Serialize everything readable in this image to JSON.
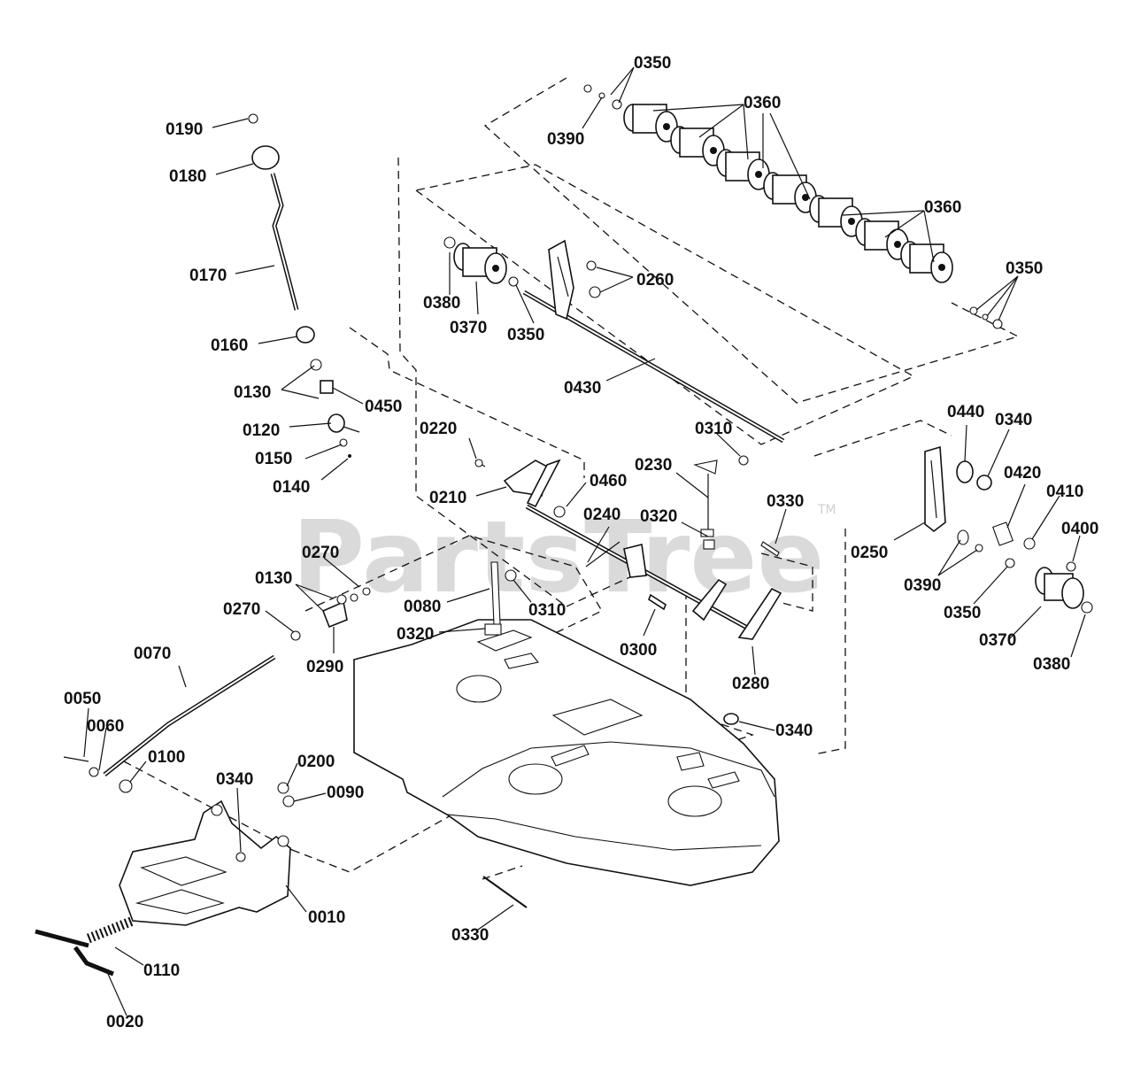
{
  "watermark": {
    "text": "PartsTree",
    "trademark": "TM"
  },
  "callouts": [
    {
      "id": "c0350a",
      "text": "0350"
    },
    {
      "id": "c0360a",
      "text": "0360"
    },
    {
      "id": "c0390a",
      "text": "0390"
    },
    {
      "id": "c0190",
      "text": "0190"
    },
    {
      "id": "c0180",
      "text": "0180"
    },
    {
      "id": "c0360b",
      "text": "0360"
    },
    {
      "id": "c0350b",
      "text": "0350"
    },
    {
      "id": "c0170",
      "text": "0170"
    },
    {
      "id": "c0380a",
      "text": "0380"
    },
    {
      "id": "c0260",
      "text": "0260"
    },
    {
      "id": "c0370a",
      "text": "0370"
    },
    {
      "id": "c0350c",
      "text": "0350"
    },
    {
      "id": "c0160",
      "text": "0160"
    },
    {
      "id": "c0430",
      "text": "0430"
    },
    {
      "id": "c0130a",
      "text": "0130"
    },
    {
      "id": "c0450",
      "text": "0450"
    },
    {
      "id": "c0440",
      "text": "0440"
    },
    {
      "id": "c0340a",
      "text": "0340"
    },
    {
      "id": "c0120",
      "text": "0120"
    },
    {
      "id": "c0310a",
      "text": "0310"
    },
    {
      "id": "c0220",
      "text": "0220"
    },
    {
      "id": "c0150",
      "text": "0150"
    },
    {
      "id": "c0420",
      "text": "0420"
    },
    {
      "id": "c0410",
      "text": "0410"
    },
    {
      "id": "c0230",
      "text": "0230"
    },
    {
      "id": "c0140",
      "text": "0140"
    },
    {
      "id": "c0460",
      "text": "0460"
    },
    {
      "id": "c0210",
      "text": "0210"
    },
    {
      "id": "c0330a",
      "text": "0330"
    },
    {
      "id": "c0240",
      "text": "0240"
    },
    {
      "id": "c0320a",
      "text": "0320"
    },
    {
      "id": "c0400",
      "text": "0400"
    },
    {
      "id": "c0250",
      "text": "0250"
    },
    {
      "id": "c0270a",
      "text": "0270"
    },
    {
      "id": "c0390b",
      "text": "0390"
    },
    {
      "id": "c0130b",
      "text": "0130"
    },
    {
      "id": "c0080",
      "text": "0080"
    },
    {
      "id": "c0310b",
      "text": "0310"
    },
    {
      "id": "c0350d",
      "text": "0350"
    },
    {
      "id": "c0270b",
      "text": "0270"
    },
    {
      "id": "c0320b",
      "text": "0320"
    },
    {
      "id": "c0370b",
      "text": "0370"
    },
    {
      "id": "c0300",
      "text": "0300"
    },
    {
      "id": "c0290",
      "text": "0290"
    },
    {
      "id": "c0070",
      "text": "0070"
    },
    {
      "id": "c0380b",
      "text": "0380"
    },
    {
      "id": "c0280",
      "text": "0280"
    },
    {
      "id": "c0050",
      "text": "0050"
    },
    {
      "id": "c0060",
      "text": "0060"
    },
    {
      "id": "c0340b",
      "text": "0340"
    },
    {
      "id": "c0100",
      "text": "0100"
    },
    {
      "id": "c0200",
      "text": "0200"
    },
    {
      "id": "c0340c",
      "text": "0340"
    },
    {
      "id": "c0090",
      "text": "0090"
    },
    {
      "id": "c0010",
      "text": "0010"
    },
    {
      "id": "c0330b",
      "text": "0330"
    },
    {
      "id": "c0110",
      "text": "0110"
    },
    {
      "id": "c0020",
      "text": "0020"
    }
  ],
  "colors": {
    "ink": "#111111",
    "watermark": "#d2d2d2",
    "background": "#ffffff"
  }
}
